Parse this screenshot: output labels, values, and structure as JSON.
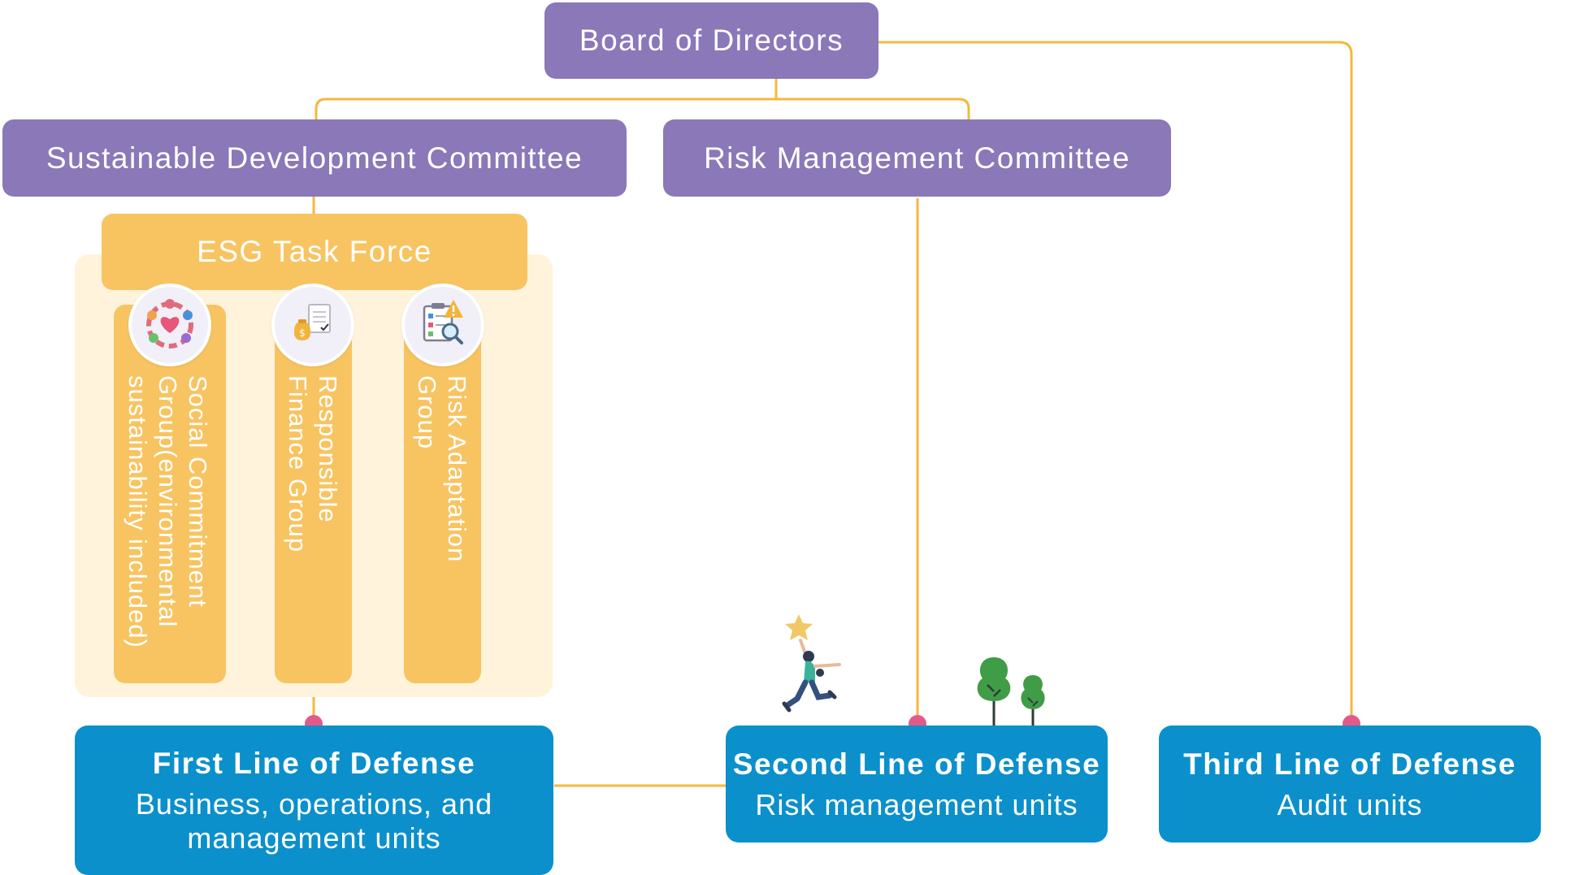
{
  "board": {
    "label": "Board of Directors"
  },
  "committees": {
    "sustainable": "Sustainable Development Committee",
    "risk": "Risk Management Committee"
  },
  "esg": {
    "header": "ESG Task Force",
    "groups": [
      {
        "label_line1": "Social Commitment",
        "label_line2": "Group(environmental",
        "label_line3": "sustainability included)",
        "icon": "people-heart-icon"
      },
      {
        "label_line1": "Responsible",
        "label_line2": "Finance Group",
        "icon": "money-document-icon"
      },
      {
        "label_line1": "Risk Adaptation",
        "label_line2": "Group",
        "icon": "clipboard-warning-icon"
      }
    ]
  },
  "defense": {
    "first": {
      "title": "First Line of Defense",
      "subtitle_line1": "Business, operations, and",
      "subtitle_line2": "management units"
    },
    "second": {
      "title": "Second Line of Defense",
      "subtitle": "Risk management units"
    },
    "third": {
      "title": "Third Line of Defense",
      "subtitle": "Audit units"
    }
  },
  "colors": {
    "committee": "#8a78b8",
    "esg": "#f8c462",
    "esg_panel": "#fff3db",
    "defense": "#0b90cb",
    "connector": "#f5b83d",
    "connector_dot": "#e35a8a"
  }
}
